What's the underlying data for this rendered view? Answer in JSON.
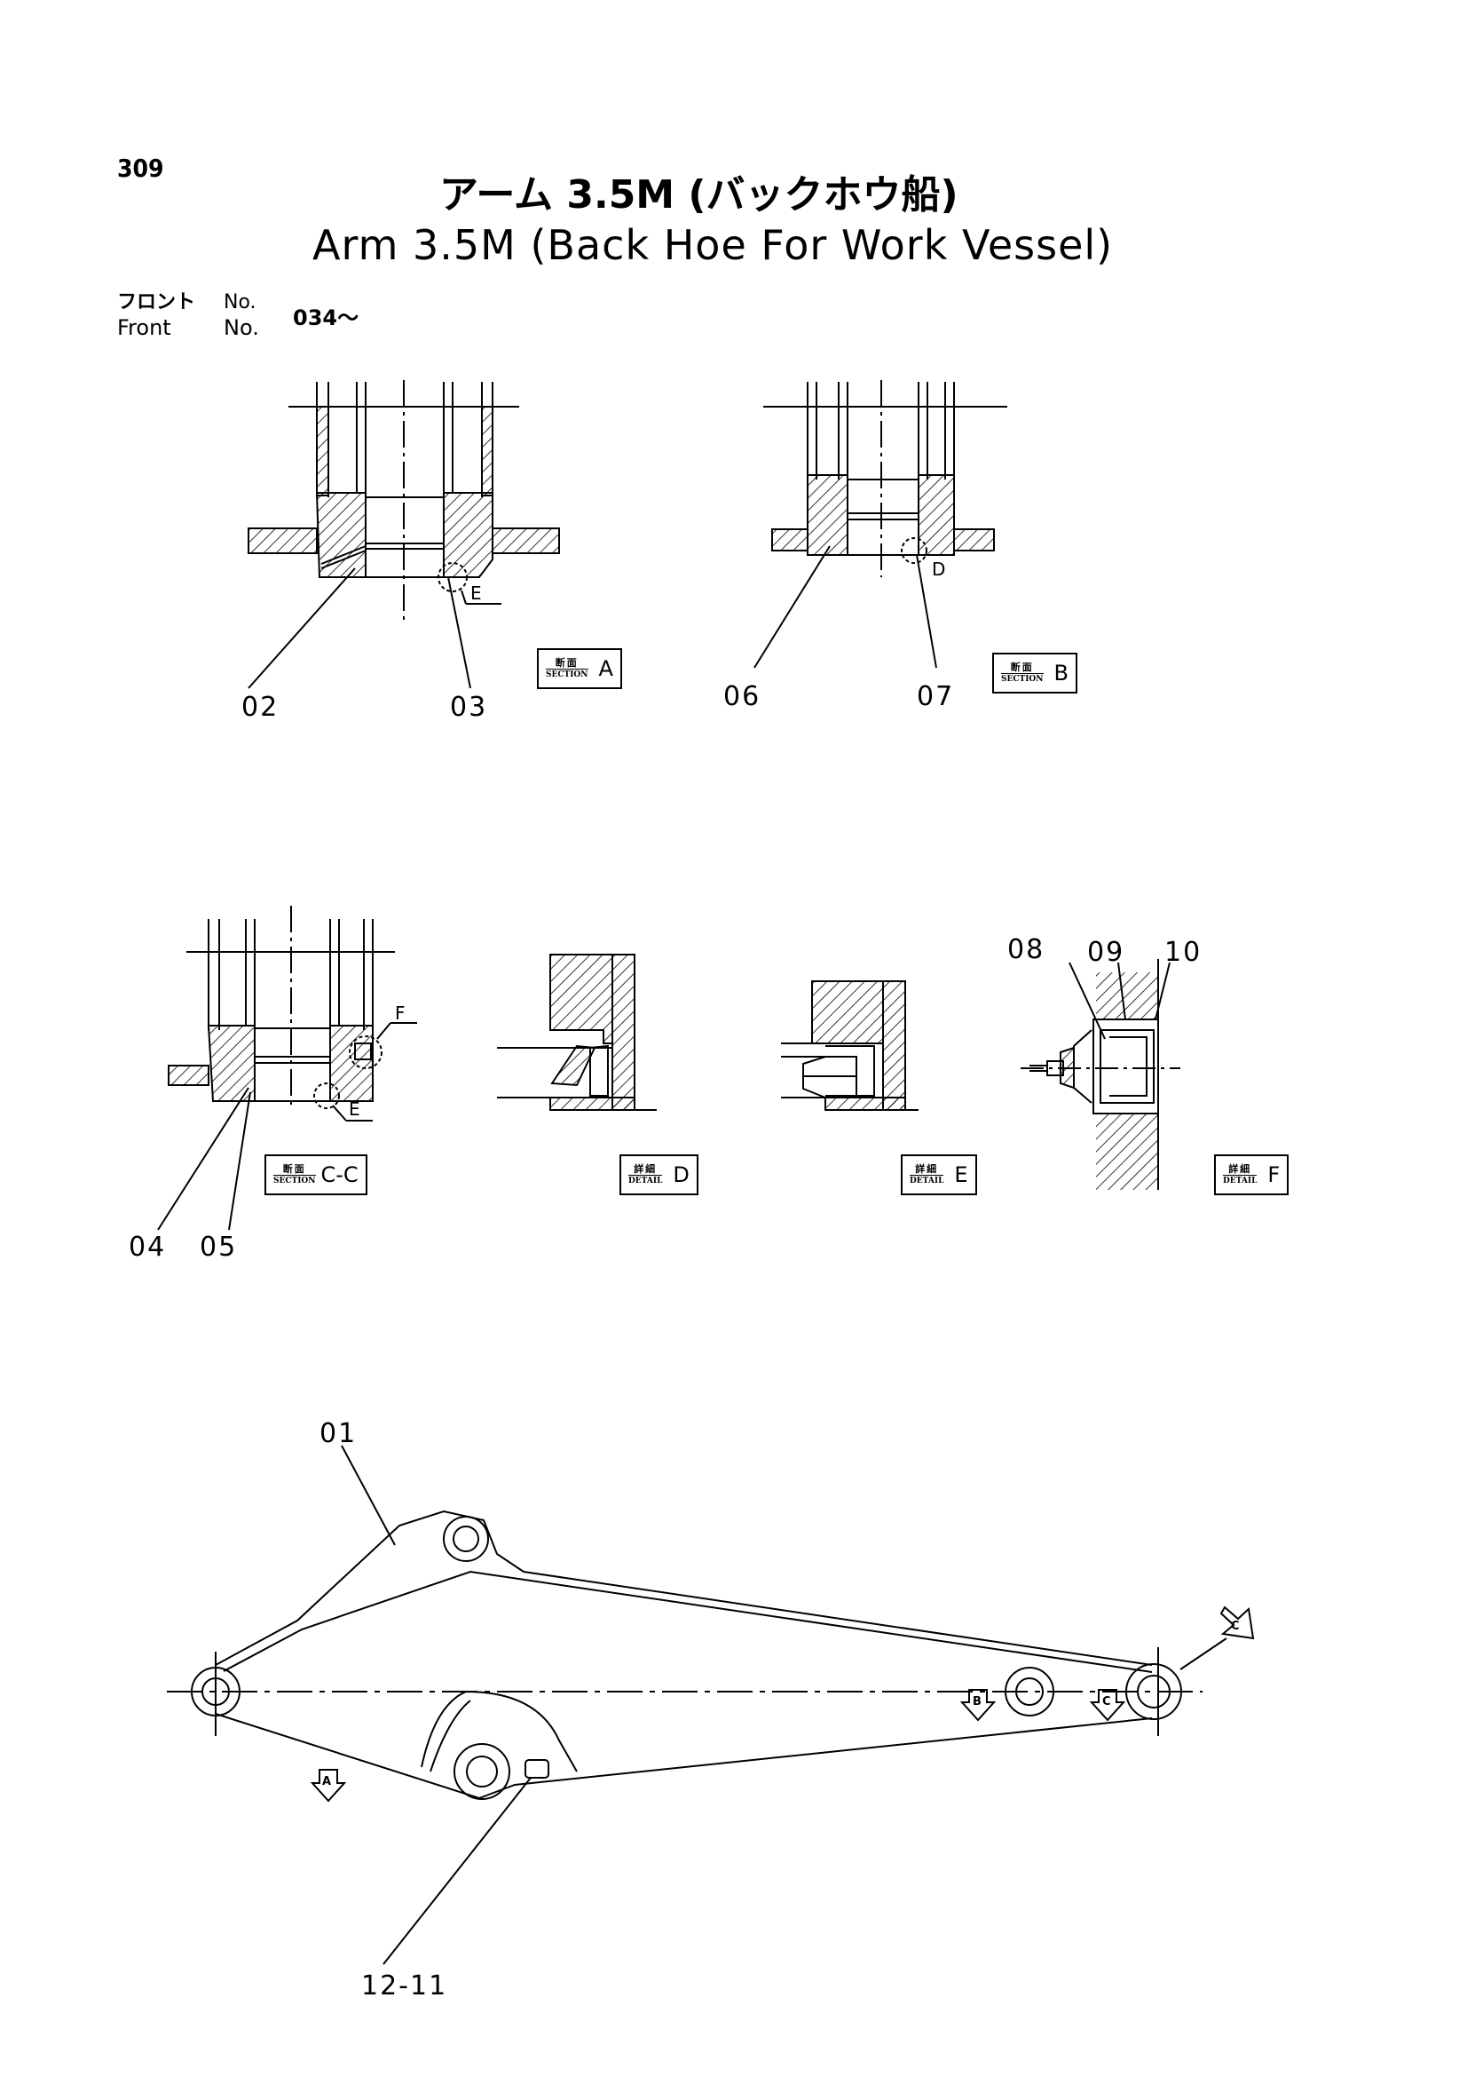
{
  "page_number": "309",
  "title_jp": "アーム 3.5M (バックホウ船)",
  "title_en": "Arm 3.5M (Back Hoe For Work Vessel)",
  "front_no": {
    "label_jp": "フロント",
    "label_en": "Front",
    "no_label": "No.",
    "value": "034～"
  },
  "section_labels": {
    "section_jp": "断面",
    "section_en": "SECTION",
    "detail_jp": "詳細",
    "detail_en": "DETAIL",
    "a": "A",
    "b": "B",
    "cc": "C-C",
    "d": "D",
    "e": "E",
    "f": "F"
  },
  "callouts": {
    "p01": "01",
    "p02": "02",
    "p03": "03",
    "p04": "04",
    "p05": "05",
    "p06": "06",
    "p07": "07",
    "p08": "08",
    "p09": "09",
    "p10": "10",
    "p12_11": "12-11"
  },
  "circle_refs": {
    "d": "D",
    "e1": "E",
    "e2": "E",
    "f": "F"
  },
  "section_arrows": {
    "a": "A",
    "b": "B",
    "c1": "C",
    "c2": "C"
  }
}
